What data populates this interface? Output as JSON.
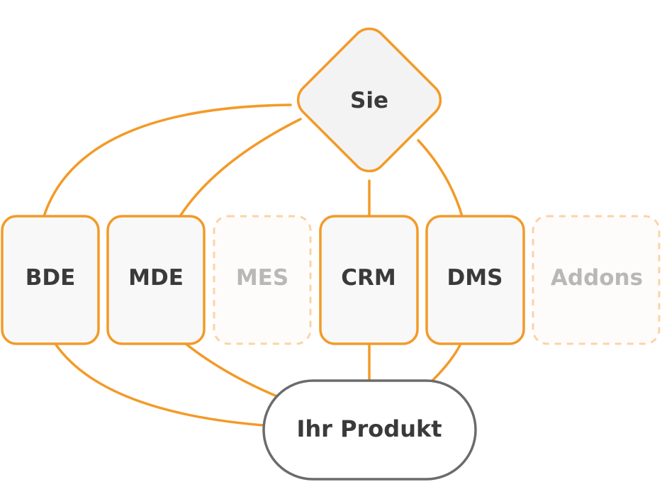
{
  "colors": {
    "accent": "#f39a27",
    "accent_light": "#fbd3a8",
    "node_fill": "#f8f8f8",
    "diamond_fill": "#f3f3f3",
    "product_border": "#6b6b6b",
    "text_dark": "#3a3a3a",
    "text_muted": "#b8b8b8"
  },
  "diagram": {
    "center": {
      "label": "Sie"
    },
    "modules": [
      {
        "id": "bde",
        "label": "BDE",
        "active": true
      },
      {
        "id": "mde",
        "label": "MDE",
        "active": true
      },
      {
        "id": "mes",
        "label": "MES",
        "active": false
      },
      {
        "id": "crm",
        "label": "CRM",
        "active": true
      },
      {
        "id": "dms",
        "label": "DMS",
        "active": true
      },
      {
        "id": "addons",
        "label": "Addons",
        "active": false
      }
    ],
    "product": {
      "label": "Ihr Produkt"
    },
    "edges_top": [
      {
        "from": "center",
        "to": "bde"
      },
      {
        "from": "center",
        "to": "mde"
      },
      {
        "from": "center",
        "to": "crm"
      },
      {
        "from": "center",
        "to": "dms"
      }
    ],
    "edges_bottom": [
      {
        "from": "bde",
        "to": "product"
      },
      {
        "from": "mde",
        "to": "product"
      },
      {
        "from": "crm",
        "to": "product"
      },
      {
        "from": "dms",
        "to": "product"
      }
    ]
  }
}
